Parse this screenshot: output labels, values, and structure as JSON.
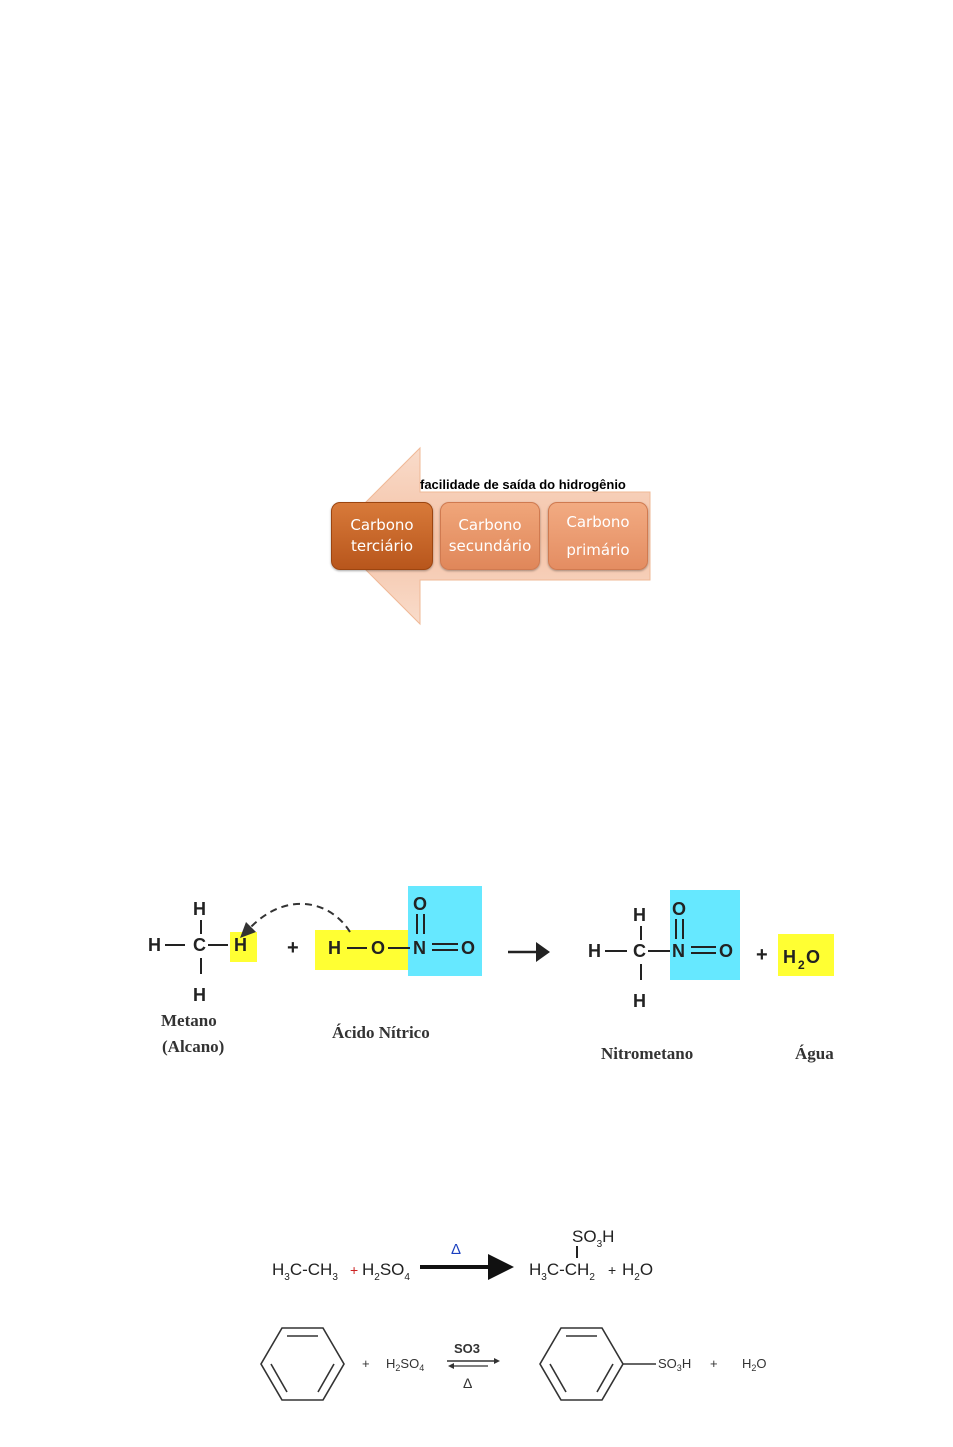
{
  "hydrogen_release": {
    "arrow_label": "facilidade de saída do hidrogênio",
    "boxes": [
      {
        "line1": "Carbono",
        "line2": "terciário"
      },
      {
        "line1": "Carbono",
        "line2": "secundário"
      },
      {
        "line1": "Carbono",
        "line2": "primário"
      }
    ],
    "colors": {
      "arrow": "#f6cdb6",
      "tertiary": "#c8642a",
      "secondary": "#e8956a",
      "primary": "#ea9a70"
    }
  },
  "nitration": {
    "methane_caption_1": "Metano",
    "methane_caption_2": "(Alcano)",
    "nitric_acid_caption": "Ácido Nítrico",
    "nitromethane_caption": "Nitrometano",
    "water_caption": "Água",
    "highlight_yellow": "#ffff33",
    "highlight_cyan": "#66e8ff"
  },
  "sulfonation_ethane": {
    "delta": "Δ"
  },
  "sulfonation_benzene": {
    "catalyst": "SO3",
    "delta": "Δ"
  }
}
